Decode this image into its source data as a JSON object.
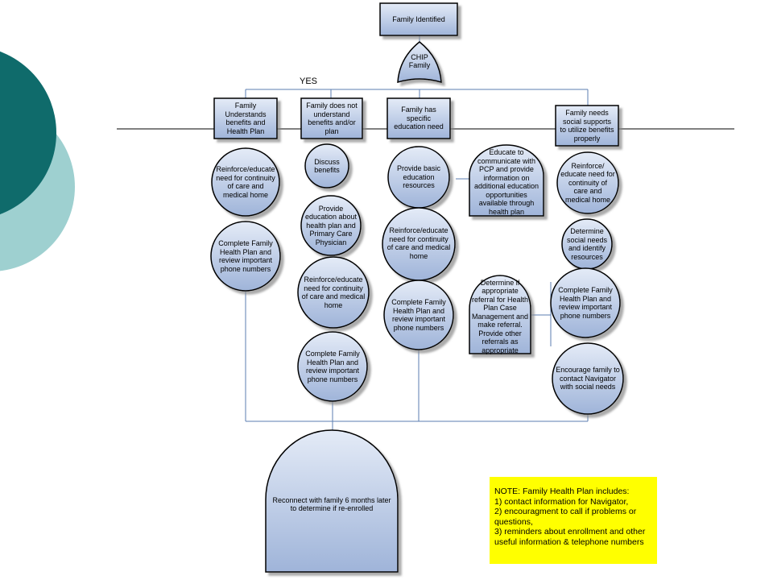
{
  "diagram": {
    "top": "Family Identified",
    "chip": "CHIP Family",
    "yes": "YES",
    "col1": {
      "header": "Family Understands benefits and Health Plan",
      "n1": "Reinforce/educate need for continuity of care and medical home",
      "n2": "Complete Family Health Plan and review important phone numbers"
    },
    "col2": {
      "header": "Family does not understand benefits and/or plan",
      "n1": "Discuss benefits",
      "n2": "Provide education about health plan and Primary Care Physician",
      "n3": "Reinforce/educate need for continuity of care and medical home",
      "n4": "Complete Family Health Plan and review important phone numbers"
    },
    "col3": {
      "header": "Family has specific education need",
      "n1": "Provide basic education resources",
      "n2": "Reinforce/educate need for continuity of care and medical home",
      "n3": "Complete Family Health Plan and review important phone numbers",
      "side": "Educate to communicate with PCP and provide information on additional education opportunities available through health plan"
    },
    "col4": {
      "header": "Family needs social supports to utilize benefits properly",
      "n1": "Reinforce/ educate need for continuity of care and medical home",
      "n2": "Determine social needs and identify resources",
      "n3": "Complete Family Health Plan and review important phone numbers",
      "n4": "Encourage family to contact Navigator with social needs",
      "side": "Determine if appropriate referral for Health Plan Case Management and make referral. Provide other referrals as appropriate"
    },
    "bottom": "Reconnect with family 6 months later to determine if re-enrolled"
  },
  "note": {
    "title": "NOTE:  Family Health Plan includes:",
    "item1": "1) contact information for Navigator,",
    "item2": "2) encouragment to call if problems or questions,",
    "item3": "3) reminders about enrollment and other useful information & telephone numbers"
  },
  "colors": {
    "node_fill": "#c5d3ea",
    "accent_dark": "#0f6b6b",
    "accent_light": "#9ed0d0",
    "note_bg": "#ffff00"
  }
}
